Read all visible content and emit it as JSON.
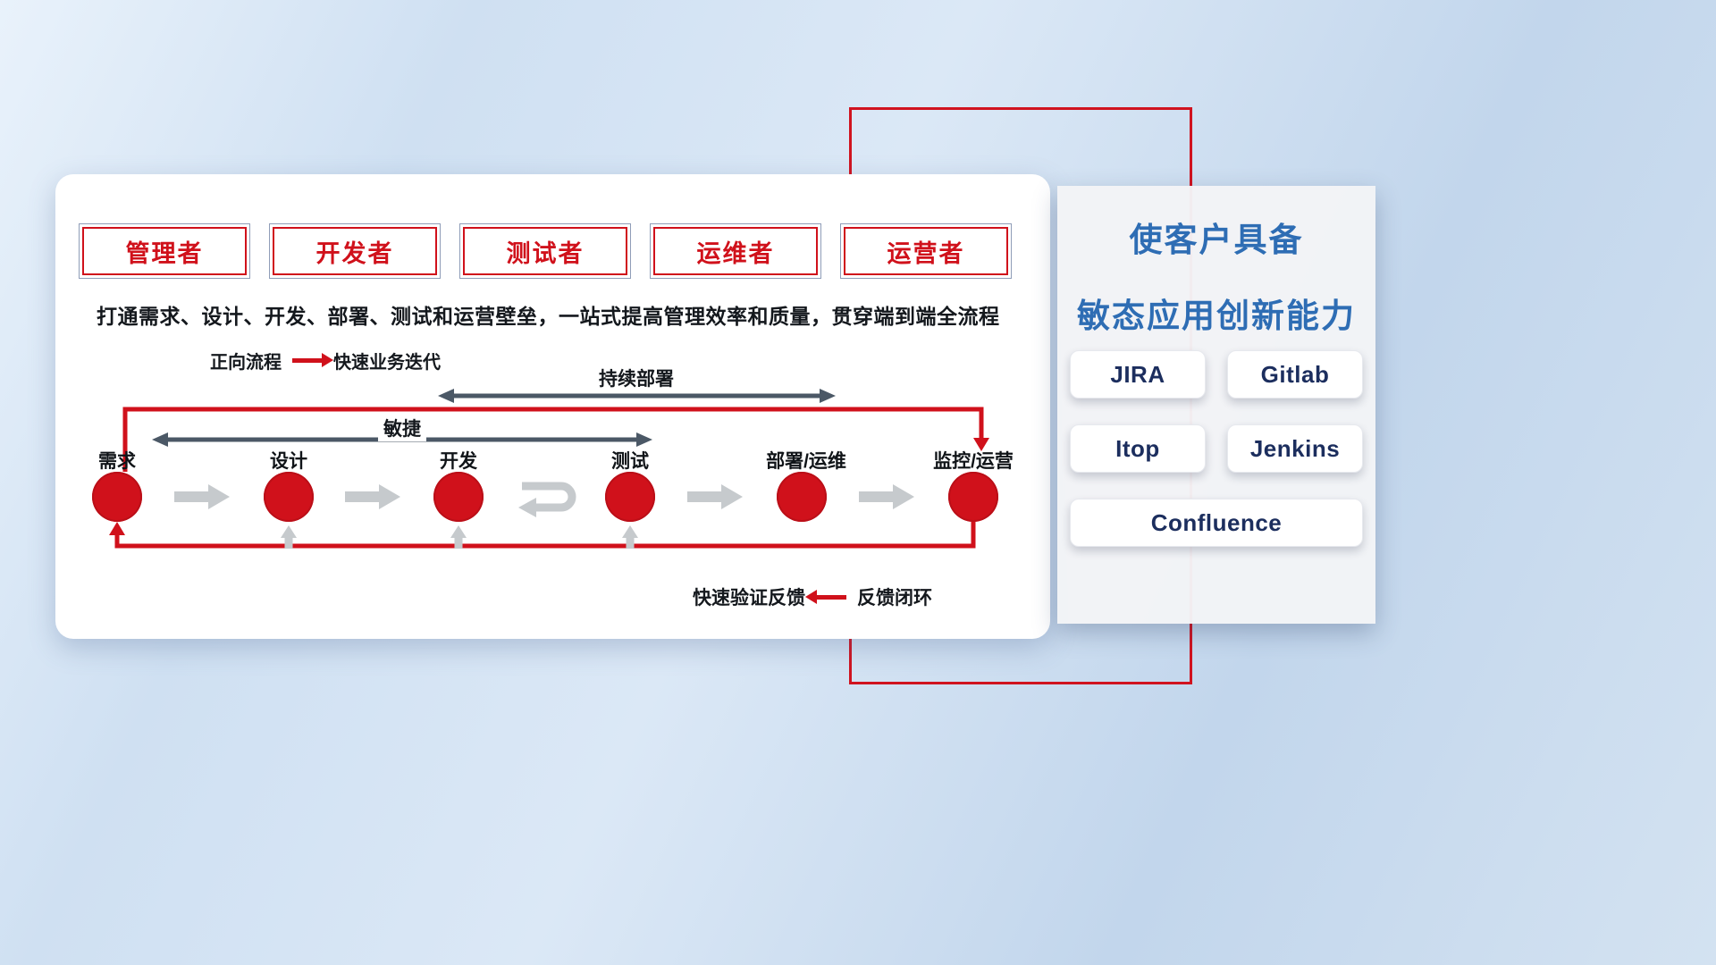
{
  "card": {
    "roles": [
      "管理者",
      "开发者",
      "测试者",
      "运维者",
      "运营者"
    ],
    "description": "打通需求、设计、开发、部署、测试和运营壁垒，一站式提高管理效率和质量，贯穿端到端全流程",
    "legend_forward": {
      "label": "正向流程",
      "caption": "快速业务迭代"
    },
    "arrow_labels": {
      "continuous_deployment": "持续部署",
      "agile": "敏捷"
    },
    "stages": [
      "需求",
      "设计",
      "开发",
      "测试",
      "部署/运维",
      "监控/运营"
    ],
    "legend_feedback": {
      "label": "快速验证反馈",
      "caption": "反馈闭环"
    }
  },
  "panel": {
    "title_line1": "使客户具备",
    "title_line2": "敏态应用创新能力",
    "tools": [
      "JIRA",
      "Gitlab",
      "Itop",
      "Jenkins",
      "Confluence"
    ]
  },
  "colors": {
    "accent_red": "#d0111b",
    "title_blue": "#2e6db4",
    "tool_navy": "#1c2e5e",
    "dark_arrow": "#4b5866",
    "gray_arrow": "#c6cacd"
  }
}
